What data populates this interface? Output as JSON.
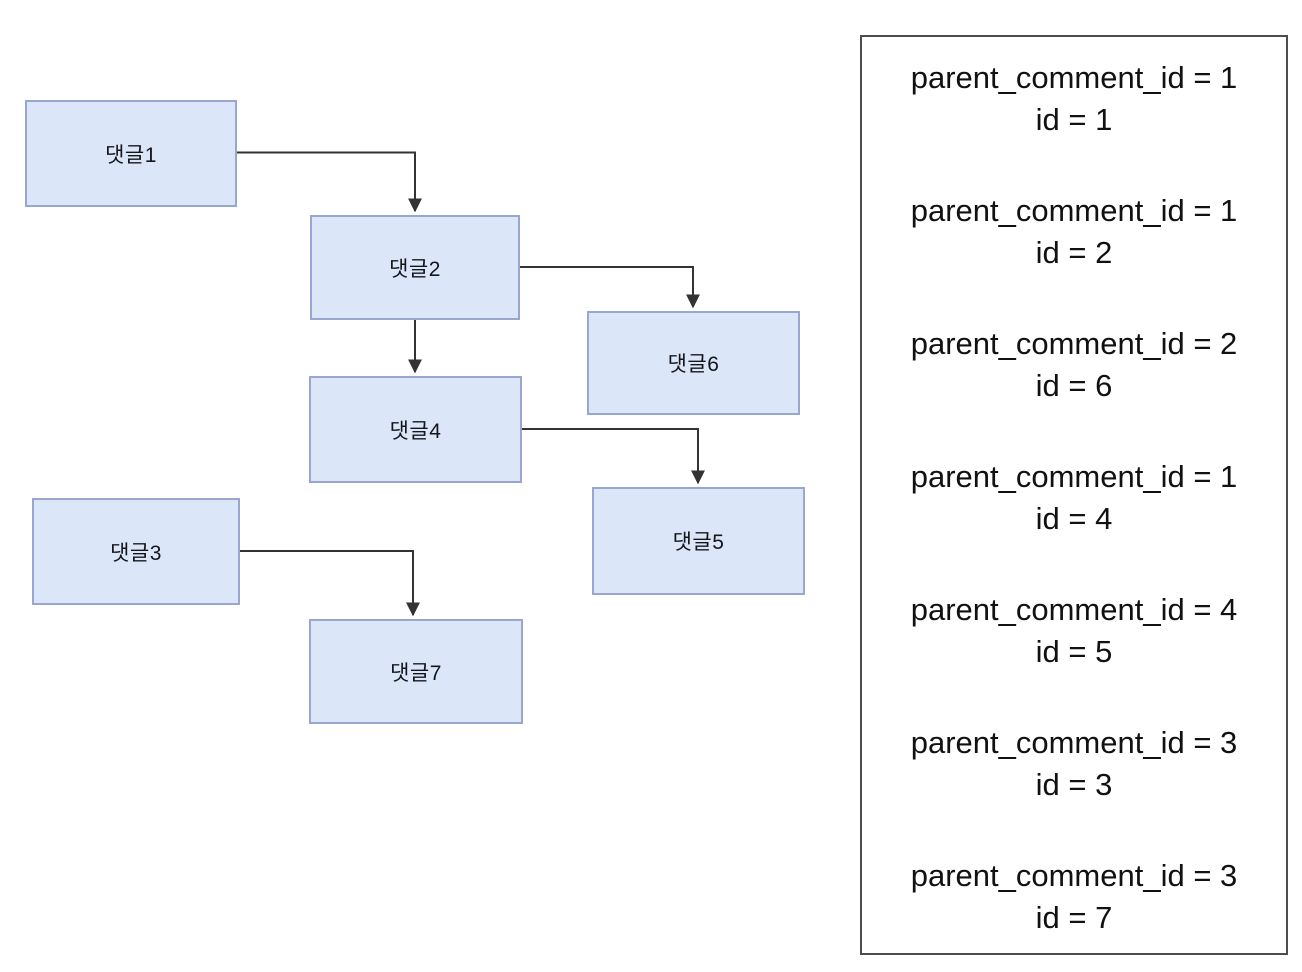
{
  "diagram": {
    "nodes": [
      {
        "id": 1,
        "label": "댓글1"
      },
      {
        "id": 2,
        "label": "댓글2"
      },
      {
        "id": 6,
        "label": "댓글6"
      },
      {
        "id": 4,
        "label": "댓글4"
      },
      {
        "id": 5,
        "label": "댓글5"
      },
      {
        "id": 3,
        "label": "댓글3"
      },
      {
        "id": 7,
        "label": "댓글7"
      }
    ],
    "edges": [
      {
        "from": "댓글1",
        "to": "댓글2"
      },
      {
        "from": "댓글2",
        "to": "댓글6"
      },
      {
        "from": "댓글2",
        "to": "댓글4"
      },
      {
        "from": "댓글4",
        "to": "댓글5"
      },
      {
        "from": "댓글3",
        "to": "댓글7"
      }
    ],
    "colors": {
      "node_fill": "#dbe6f8",
      "node_border": "#99a7cc",
      "arrow": "#333333",
      "panel_border": "#4d4d4d"
    }
  },
  "panel": {
    "entries": [
      {
        "parent_line": "parent_comment_id = 1",
        "id_line": "id = 1"
      },
      {
        "parent_line": "parent_comment_id = 1",
        "id_line": "id = 2"
      },
      {
        "parent_line": "parent_comment_id = 2",
        "id_line": "id = 6"
      },
      {
        "parent_line": "parent_comment_id = 1",
        "id_line": "id = 4"
      },
      {
        "parent_line": "parent_comment_id = 4",
        "id_line": "id = 5"
      },
      {
        "parent_line": "parent_comment_id = 3",
        "id_line": "id = 3"
      },
      {
        "parent_line": "parent_comment_id = 3",
        "id_line": "id = 7"
      }
    ]
  }
}
